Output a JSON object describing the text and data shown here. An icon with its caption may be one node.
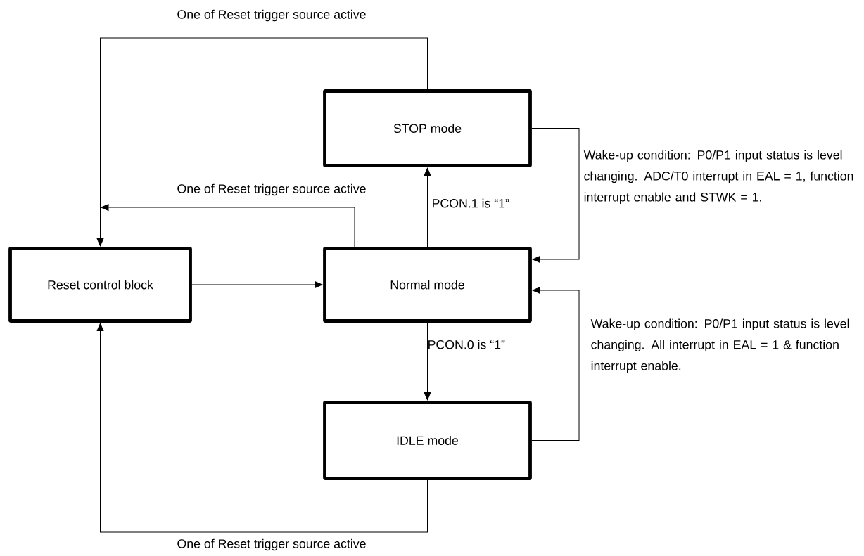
{
  "diagram": {
    "nodes": [
      {
        "text": [
          "STOP mode"
        ]
      },
      {
        "text": [
          "Reset control block"
        ]
      },
      {
        "text": [
          "Normal mode"
        ]
      },
      {
        "text": [
          "IDLE mode"
        ]
      }
    ],
    "edges": [
      {
        "from": 0,
        "to": 1,
        "arrow": "to",
        "label": "One of Reset trigger source active"
      },
      {
        "from": 2,
        "to": 1,
        "arrow": "to",
        "label": "One of Reset trigger source active"
      },
      {
        "from": 2,
        "to": 0,
        "arrow": "to",
        "label": "PCON.1 is “1”"
      },
      {
        "from": 0,
        "to": 2,
        "arrow": "to",
        "label": "Wake-up condition: P0/P1 input status is level changing. ADC/T0 interrupt in EAL = 1, function interrupt enable and STWK = 1."
      },
      {
        "from": 1,
        "to": 2,
        "arrow": "to"
      },
      {
        "from": 2,
        "to": 3,
        "arrow": "to",
        "label": "PCON.0 is “1”"
      },
      {
        "from": 3,
        "to": 2,
        "arrow": "to",
        "label": "Wake-up condition: P0/P1 input status is level changing. All interrupt in EAL = 1 & function interrupt enable."
      },
      {
        "from": 3,
        "to": 1,
        "arrow": "to",
        "label": "One of Reset trigger source active"
      }
    ]
  }
}
